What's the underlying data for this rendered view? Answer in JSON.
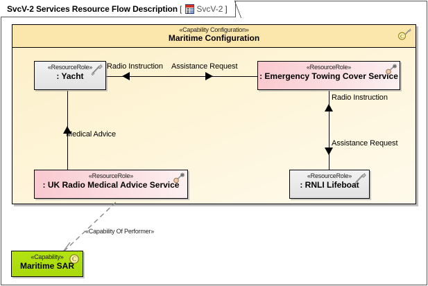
{
  "diagram": {
    "title": "SvcV-2 Services Resource Flow Description",
    "bracket_open": "[",
    "bracket_close": "]",
    "reference_name": "SvcV-2",
    "reference_icon": "svcv-table-icon"
  },
  "frame": {
    "stereotype": "«Capability Configuration»",
    "name": "Maritime Configuration",
    "corner_icon": "capability-wrench-icon",
    "fill_color": "#fdf3d2",
    "header_color": "#fbe6ab"
  },
  "nodes": [
    {
      "id": "yacht",
      "stereotype": "«ResourceRole»",
      "name": ": Yacht",
      "icon": "wrench-icon",
      "fill_color": "#ececec"
    },
    {
      "id": "emergency-towing-cover-service",
      "stereotype": "«ResourceRole»",
      "name": ": Emergency Towing Cover Service",
      "icon": "service-lollipop-icon",
      "fill_color": "#f9c9cf"
    },
    {
      "id": "uk-radio-medical-advice-service",
      "stereotype": "«ResourceRole»",
      "name": ": UK Radio Medical Advice Service",
      "icon": "service-lollipop-icon",
      "fill_color": "#f9c9cf"
    },
    {
      "id": "rnli-lifeboat",
      "stereotype": "«ResourceRole»",
      "name": ": RNLI Lifeboat",
      "icon": "wrench-icon",
      "fill_color": "#ececec"
    },
    {
      "id": "maritime-sar",
      "stereotype": "«Capability»",
      "name": "Maritime SAR",
      "icon": "capability-c-icon",
      "fill_color": "#b4e311"
    }
  ],
  "connectors": [
    {
      "id": "radio-instruction-top",
      "label": "Radio Instruction",
      "from": "emergency-towing-cover-service",
      "to": "yacht",
      "style": "solid",
      "direction": "left"
    },
    {
      "id": "assistance-request-top",
      "label": "Assistance Request",
      "from": "yacht",
      "to": "emergency-towing-cover-service",
      "style": "solid",
      "direction": "right"
    },
    {
      "id": "radio-instruction-right",
      "label": "Radio Instruction",
      "from": "rnli-lifeboat",
      "to": "emergency-towing-cover-service",
      "style": "solid",
      "direction": "up"
    },
    {
      "id": "assistance-request-right",
      "label": "Assistance Request",
      "from": "emergency-towing-cover-service",
      "to": "rnli-lifeboat",
      "style": "solid",
      "direction": "down"
    },
    {
      "id": "medical-advice",
      "label": "Medical Advice",
      "from": "uk-radio-medical-advice-service",
      "to": "yacht",
      "style": "solid",
      "direction": "up"
    },
    {
      "id": "capability-of-performer",
      "label": "«Capability Of Performer»",
      "from": "uk-radio-medical-advice-service",
      "to": "maritime-sar",
      "style": "dashed",
      "direction": "down-left"
    }
  ]
}
